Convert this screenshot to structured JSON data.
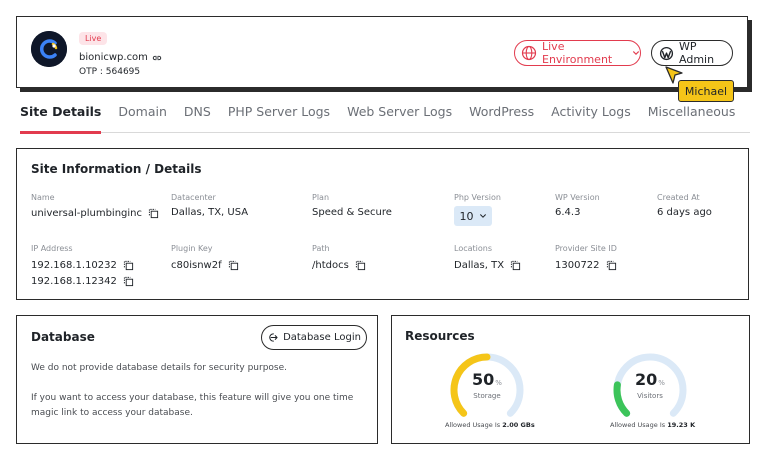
{
  "header": {
    "live_badge": "Live",
    "domain": "bionicwp.com",
    "otp": "OTP : 564695",
    "environment_label": "Live Environment",
    "wp_admin_label": "WP Admin",
    "user_tag": "Michael"
  },
  "tabs": [
    {
      "label": "Site Details",
      "active": true
    },
    {
      "label": "Domain"
    },
    {
      "label": "DNS"
    },
    {
      "label": "PHP Server Logs"
    },
    {
      "label": "Web Server Logs"
    },
    {
      "label": "WordPress"
    },
    {
      "label": "Activity Logs"
    },
    {
      "label": "Miscellaneous"
    }
  ],
  "site_info": {
    "title": "Site Information / Details",
    "name_label": "Name",
    "name_value": "universal-plumbinginc",
    "datacenter_label": "Datacenter",
    "datacenter_value": "Dallas, TX, USA",
    "plan_label": "Plan",
    "plan_value": "Speed & Secure",
    "php_label": "Php Version",
    "php_value": "10",
    "wp_label": "WP Version",
    "wp_value": "6.4.3",
    "created_label": "Created At",
    "created_value": "6 days ago",
    "ip_label": "IP Address",
    "ip_values": [
      "192.168.1.10232",
      "192.168.1.12342"
    ],
    "plugin_label": "Plugin Key",
    "plugin_value": "c80isnw2f",
    "path_label": "Path",
    "path_value": "/htdocs",
    "locations_label": "Locations",
    "locations_value": "Dallas, TX",
    "provider_label": "Provider Site ID",
    "provider_value": "1300722"
  },
  "database": {
    "title": "Database",
    "login_label": "Database Login",
    "text1": "We do not provide database details for security purpose.",
    "text2": "If you want to access your database, this feature will give you one time magic link to access your database."
  },
  "resources": {
    "title": "Resources",
    "storage": {
      "value": "50",
      "unit": "%",
      "label": "Storage",
      "fill": 0.5,
      "color": "#f5c518",
      "usage_prefix": "Allowed Usage Is",
      "usage_value": "2.00 GBs"
    },
    "visitors": {
      "value": "20",
      "unit": "%",
      "label": "Visitors",
      "fill": 0.2,
      "color": "#3cc45a",
      "usage_prefix": "Allowed Usage Is",
      "usage_value": "19.23 K"
    },
    "track_color": "#dbe9f7"
  },
  "colors": {
    "accent": "#e23b4e",
    "highlight": "#f5c518"
  }
}
